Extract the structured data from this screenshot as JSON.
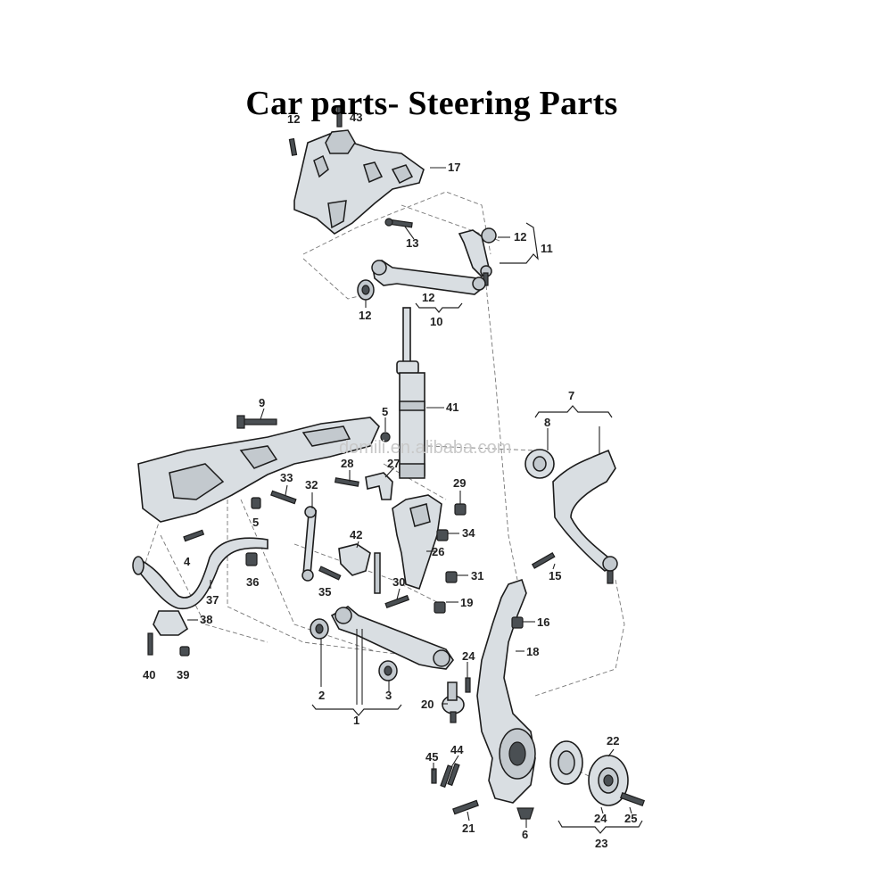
{
  "title": "Car parts- Steering Parts",
  "watermark": "domili.en.alibaba.com",
  "callouts": [
    "1",
    "2",
    "3",
    "4",
    "5",
    "5",
    "6",
    "7",
    "8",
    "9",
    "10",
    "11",
    "12",
    "12",
    "12",
    "12",
    "13",
    "15",
    "16",
    "17",
    "18",
    "19",
    "20",
    "21",
    "22",
    "23",
    "24",
    "24",
    "25",
    "26",
    "27",
    "28",
    "29",
    "30",
    "31",
    "32",
    "33",
    "34",
    "35",
    "36",
    "37",
    "38",
    "39",
    "40",
    "41",
    "42",
    "43",
    "44",
    "45"
  ]
}
